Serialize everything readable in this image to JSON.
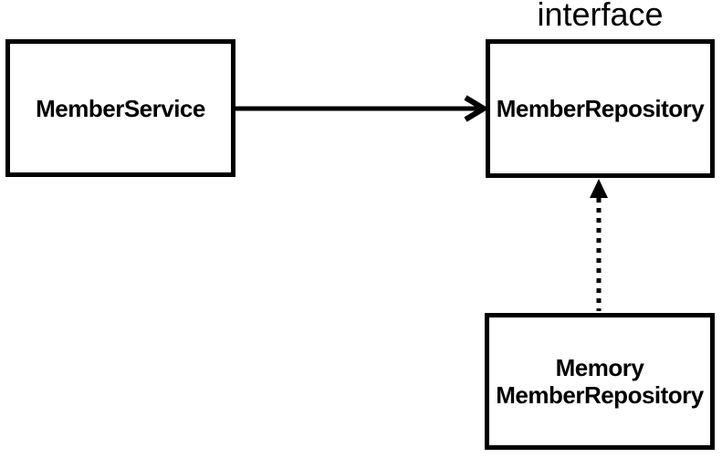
{
  "diagram": {
    "nodes": {
      "member_service": {
        "label": "MemberService"
      },
      "member_repository": {
        "label": "MemberRepository",
        "stereotype": "interface"
      },
      "memory_member_repository": {
        "lines": [
          "Memory",
          "MemberRepository"
        ]
      }
    },
    "edges": [
      {
        "from": "MemberService",
        "to": "MemberRepository",
        "style": "solid-arrow"
      },
      {
        "from": "Memory MemberRepository",
        "to": "MemberRepository",
        "style": "dotted-arrow"
      }
    ],
    "colors": {
      "line": "#000000",
      "background": "#ffffff",
      "text": "#000000"
    }
  }
}
